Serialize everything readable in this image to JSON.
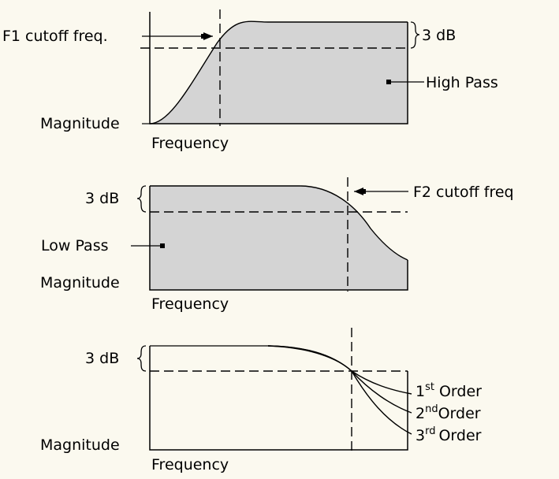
{
  "diagram": {
    "high_pass": {
      "f1_label": "F1 cutoff freq.",
      "db_label": "3 dB",
      "region_label": "High Pass",
      "y_label": "Magnitude",
      "x_label": "Frequency"
    },
    "low_pass": {
      "f2_label": "F2 cutoff freq",
      "db_label": "3 dB",
      "region_label": "Low Pass",
      "y_label": "Magnitude",
      "x_label": "Frequency"
    },
    "order": {
      "db_label": "3 dB",
      "y_label": "Magnitude",
      "x_label": "Frequency",
      "first": {
        "num": "1",
        "sup": "st",
        "word": "Order"
      },
      "second": {
        "num": "2",
        "sup": "nd",
        "word": "Order"
      },
      "third": {
        "num": "3",
        "sup": "rd",
        "word": "Order"
      }
    }
  },
  "colors": {
    "background": "#fbf9ef",
    "fill": "#d4d4d4",
    "ink": "#000000"
  }
}
